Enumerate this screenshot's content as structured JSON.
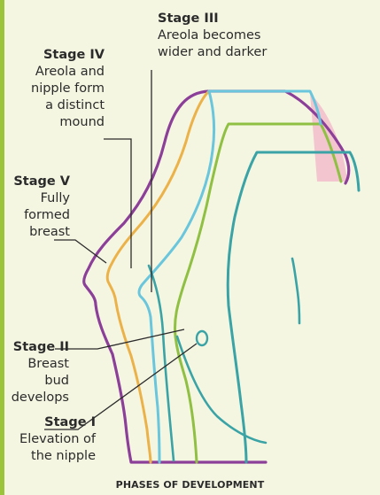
{
  "title": "PHASES OF DEVELOPMENT",
  "stages": {
    "stage3": {
      "name": "Stage III",
      "desc": "Areola becomes\nwider and darker"
    },
    "stage4": {
      "name": "Stage IV",
      "desc": "Areola and\nnipple form\na distinct\nmound"
    },
    "stage5": {
      "name": "Stage V",
      "desc": "Fully\nformed\nbreast"
    },
    "stage2": {
      "name": "Stage II",
      "desc": "Breast bud\ndevelops"
    },
    "stage1": {
      "name": "Stage I",
      "desc": "Elevation of\nthe nipple"
    }
  },
  "colors": {
    "background": "#f5f6e2",
    "accent_bar": "#9cc43a",
    "stage1_teal": "#3aa3a6",
    "stage2_light_blue": "#69c6dc",
    "stage3_green": "#8fc043",
    "stage4_orange": "#ecb24a",
    "stage5_purple": "#8c3f98",
    "pink_fill": "#f3c6cf",
    "leader": "#2b2b2b"
  }
}
